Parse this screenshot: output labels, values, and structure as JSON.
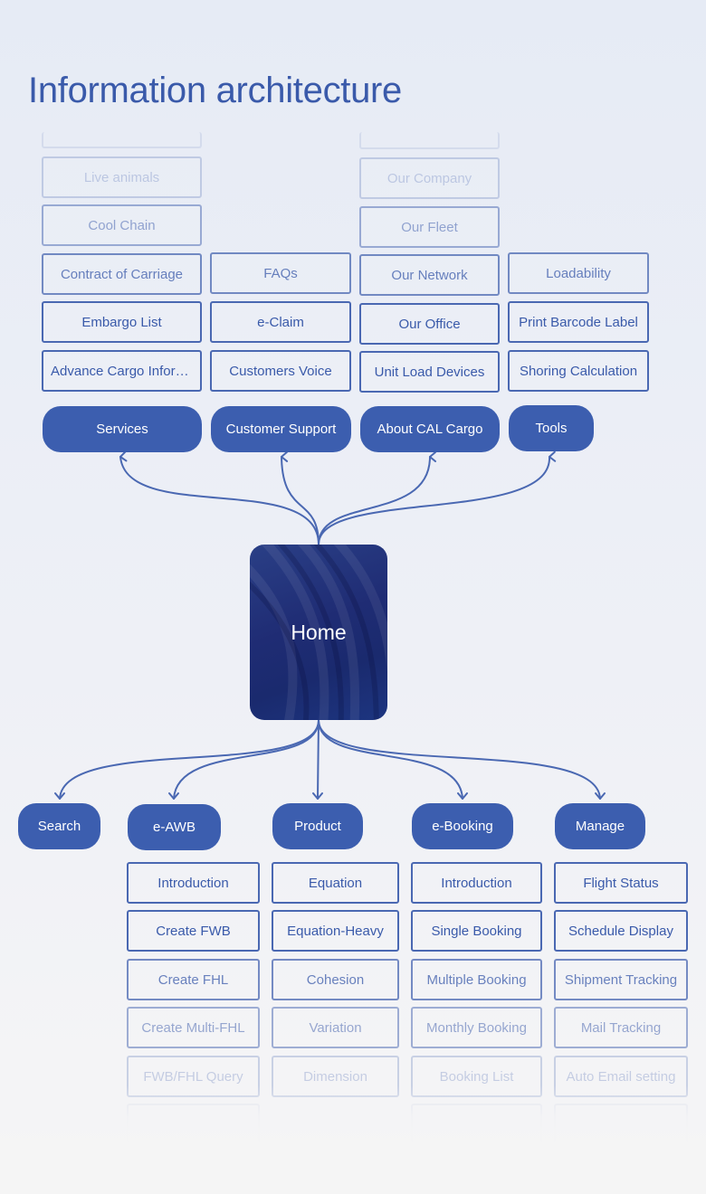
{
  "title": "Information architecture",
  "colors": {
    "primary": "#3c5eaf",
    "line": "#4a68b2",
    "text": "#3a5aaa"
  },
  "home": {
    "label": "Home"
  },
  "top_categories": [
    {
      "label": "Services",
      "items": [
        "",
        "Live animals",
        "Cool Chain",
        "Contract of Carriage",
        "Embargo List",
        "Advance Cargo Inform..."
      ]
    },
    {
      "label": "Customer Support",
      "items": [
        "FAQs",
        "e-Claim",
        "Customers Voice"
      ]
    },
    {
      "label": "About CAL Cargo",
      "items": [
        "",
        "Our Company",
        "Our Fleet",
        "Our Network",
        "Our Office",
        "Unit Load Devices"
      ]
    },
    {
      "label": "Tools",
      "items": [
        "Loadability",
        "Print Barcode Label",
        "Shoring Calculation"
      ]
    }
  ],
  "bottom_categories": [
    {
      "label": "Search",
      "items": []
    },
    {
      "label": "e-AWB",
      "items": [
        "Introduction",
        "Create FWB",
        "Create FHL",
        "Create Multi-FHL",
        "FWB/FHL Query",
        ""
      ]
    },
    {
      "label": "Product",
      "items": [
        "Equation",
        "Equation-Heavy",
        "Cohesion",
        "Variation",
        "Dimension"
      ]
    },
    {
      "label": "e-Booking",
      "items": [
        "Introduction",
        "Single Booking",
        "Multiple Booking",
        "Monthly Booking",
        "Booking List",
        ""
      ]
    },
    {
      "label": "Manage",
      "items": [
        "Flight Status",
        "Schedule Display",
        "Shipment Tracking",
        "Mail Tracking",
        "Auto Email setting",
        ""
      ]
    }
  ]
}
